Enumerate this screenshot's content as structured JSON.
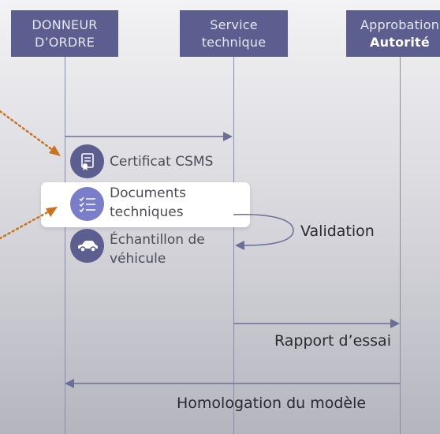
{
  "actors": [
    {
      "line1": "DONNEUR",
      "line2": "D’ORDRE"
    },
    {
      "line1": "Service",
      "line2": "technique"
    },
    {
      "line1": "Approbation",
      "line2": "Autorité"
    }
  ],
  "documents": [
    {
      "icon": "certificate-icon",
      "label": "Certificat CSMS"
    },
    {
      "icon": "checklist-icon",
      "label1": "Documents",
      "label2": "techniques"
    },
    {
      "icon": "car-icon",
      "label1": "Échantillon de",
      "label2": "véhicule"
    }
  ],
  "messages": {
    "validation": "Validation",
    "test_report": "Rapport d’essai",
    "homologation": "Homologation du modèle"
  },
  "colors": {
    "actor_header": "#5b5e8e",
    "arrow": "#6c6f95",
    "pointer": "#c8741f",
    "highlight_icon": "#7a7dc8"
  }
}
